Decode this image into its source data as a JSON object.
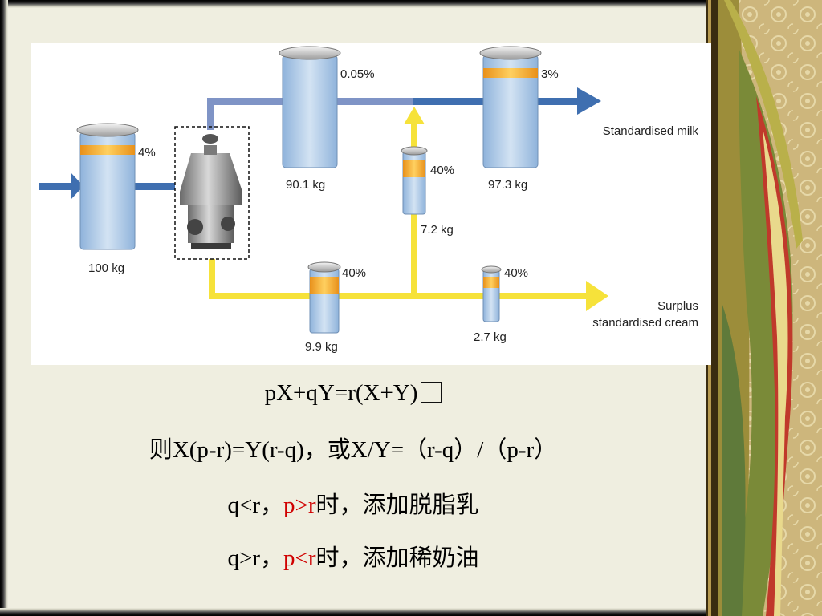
{
  "diagram": {
    "tanks": [
      {
        "id": "feed",
        "percent": "4%",
        "mass": "100 kg"
      },
      {
        "id": "skim",
        "percent": "0.05%",
        "mass": "90.1 kg"
      },
      {
        "id": "product",
        "percent": "3%",
        "mass": "97.3 kg"
      },
      {
        "id": "cream-return",
        "percent": "40%",
        "mass": "7.2 kg"
      },
      {
        "id": "cream-out",
        "percent": "40%",
        "mass": "9.9 kg"
      },
      {
        "id": "cream-surplus",
        "percent": "40%",
        "mass": "2.7 kg"
      }
    ],
    "outputs": {
      "milk": "Standardised milk",
      "cream_line1": "Surplus",
      "cream_line2": "standardised cream"
    },
    "colors": {
      "skim_line": "#7f94c6",
      "milk_arrow": "#3f6fb0",
      "cream_line": "#f6e23a",
      "cream_layer": "#f5a72a",
      "milk_fill": "#a9c6e6"
    }
  },
  "formulas": {
    "line1": "pX+qY=r(X+Y)",
    "line2": "则X(p-r)=Y(r-q)，或X/Y=（r-q）/（p-r）",
    "line3_a": "q<r，",
    "line3_red": "p>r",
    "line3_b": "时，添加脱脂乳",
    "line4_a": "q>r，",
    "line4_red": "p<r",
    "line4_b": "时，添加稀奶油"
  }
}
